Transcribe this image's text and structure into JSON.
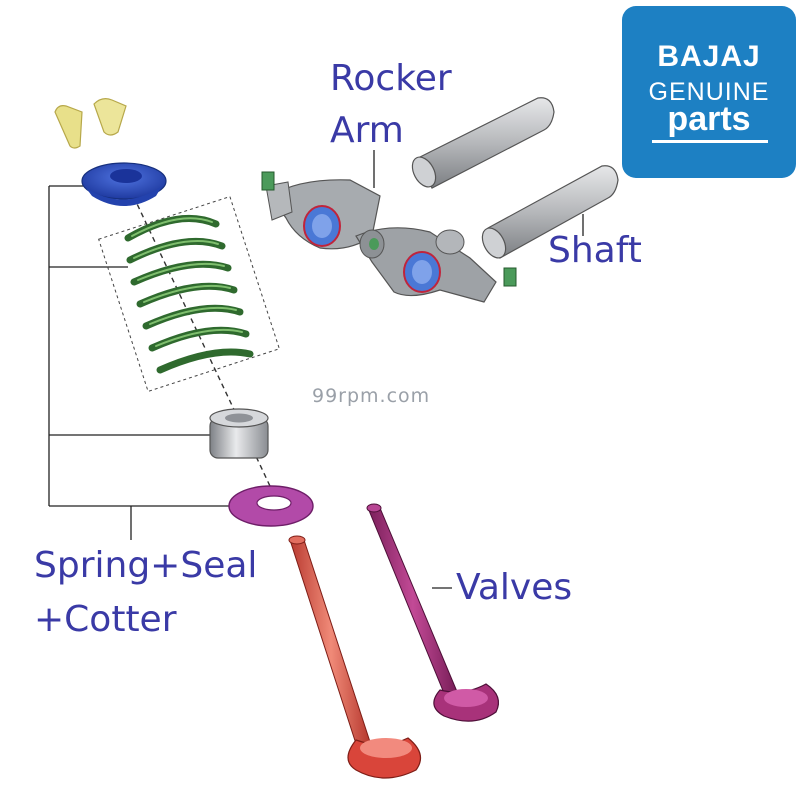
{
  "labels": {
    "rocker_line1": "Rocker",
    "rocker_line2": "Arm",
    "shaft": "Shaft",
    "spring_line1": "Spring+Seal",
    "spring_line2": "+Cotter",
    "valves": "Valves"
  },
  "logo": {
    "brand": "BAJAJ",
    "line2": "GENUINE",
    "line3": "parts"
  },
  "watermark": "99rpm.com",
  "colors": {
    "label_text": "#3a3aa6",
    "logo_bg": "#1d80c3",
    "cotter": "#e8e08a",
    "retainer": "#2e4fc4",
    "spring": "#3c7a3a",
    "seal": "#b9bcc0",
    "washer": "#b24aa8",
    "valve_red": "#d9564a",
    "valve_purple": "#a8327a",
    "shaft": "#b8babd",
    "rocker": "#9ea2a6"
  }
}
